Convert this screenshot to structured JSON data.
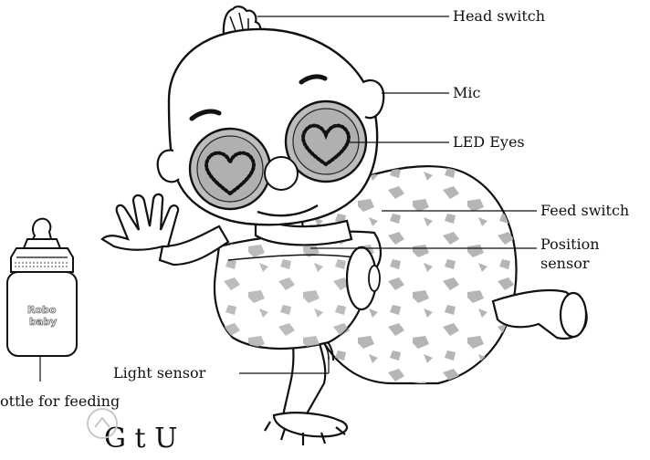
{
  "labels": {
    "head_switch": "Head switch",
    "mic": "Mic",
    "led_eyes": "LED Eyes",
    "feed_switch": "Feed switch",
    "position_sensor_line1": "Position",
    "position_sensor_line2": "sensor",
    "light_sensor": "Light sensor",
    "bottle": "ottle for feeding"
  },
  "bottle_logo": {
    "line1": "Robo",
    "line2": "baby"
  },
  "heading": "G  t  U"
}
